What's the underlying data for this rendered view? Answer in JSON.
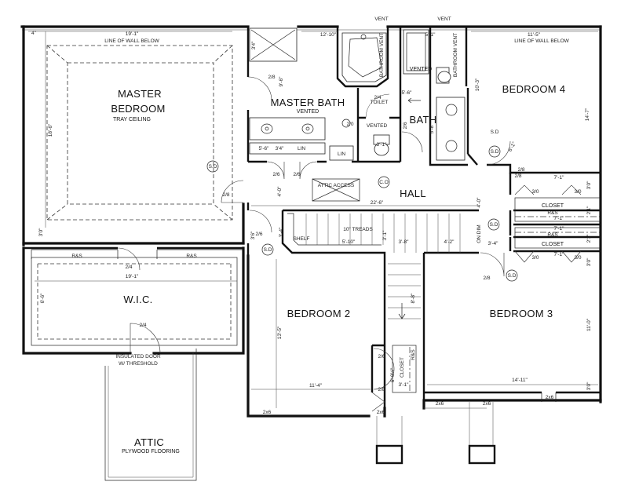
{
  "rooms": {
    "master_bedroom": "MASTER",
    "master_bedroom_2": "BEDROOM",
    "tray_ceiling": "TRAY CEILING",
    "master_bath": "MASTER BATH",
    "master_bath_vented": "VENTED",
    "bath": "BATH",
    "bath_vented": "VENTED",
    "bedroom4": "BEDROOM 4",
    "hall": "HALL",
    "wic": "W.I.C.",
    "bedroom2": "BEDROOM 2",
    "bedroom3": "BEDROOM 3",
    "attic": "ATTIC",
    "plywood": "PLYWOOD FLOORING",
    "insulated_door": "INSULATED DOOR",
    "threshold": "W/ THRESHOLD",
    "toilet": "TOILET",
    "toilet_size": "2/4",
    "toilet_vented": "VENTED",
    "lin": "LIN",
    "lin2": "LIN",
    "attic_access": "ATTIC ACCESS",
    "shelf": "SHELF",
    "treads": "10\" TREADS",
    "closet_upper": "CLOSET",
    "closet_lower": "CLOSET",
    "closet_bed2": "CLOSET",
    "rs_a": "R&S",
    "rs_b": "R&S",
    "rs_c": "R&S",
    "rs_d": "R&S",
    "rs_bed2": "R&S",
    "line_wall_left": "LINE OF WALL BELOW",
    "line_wall_right": "LINE OF WALL BELOW",
    "vent_a": "VENT",
    "vent_b": "VENT",
    "bath_vent_a": "BATHROOM VENT",
    "bath_vent_b": "BATHROOM VENT",
    "on_dim": "ON DIM",
    "co": "C.O",
    "sd1": "S.D",
    "sd2": "S.D",
    "sd3": "S.D",
    "sd4": "S.D",
    "sd5": "S.D",
    "sd6": "S.D"
  },
  "dims": {
    "top_left_4": "4\"",
    "top_19_1": "19'-1\"",
    "top_12_10": "12'-10\"",
    "top_5_1": "5'-1\"",
    "top_11_5": "11'-5\"",
    "left_18_6": "18'-6\"",
    "left_3_0": "3'0\"",
    "left_6_6": "6'-6\"",
    "wic_19_1": "19'-1\"",
    "hall_22_6": "22'-6\"",
    "hall_3_6": "3'6\"",
    "hall_3_4": "3'-4\"",
    "hall_4_0": "4'-0\"",
    "stair_3_1": "3'-1\"",
    "stair_3_8": "3'-8\"",
    "stair_5_10": "5'-10\"",
    "stair_4_2": "4'-2\"",
    "stair_3_4": "3'-4\"",
    "stair_8_8": "8'-8\"",
    "bed2_13_5": "13'-5\"",
    "bed2_11_4": "11'-4\"",
    "bed2_6_0": "6'-0½\"",
    "bed2_3_1": "3'-1\"",
    "bed3_14_11": "14'-11\"",
    "bed3_11_0": "11'-0\"",
    "bed3_3_0": "3'0\"",
    "bed4_14_7": "14'-7\"",
    "bed4_10_3": "10'-3\"",
    "bed4_6_1": "6'-1\"",
    "cl_7_1a": "7'-1\"",
    "cl_7_1b": "7'-1\"",
    "cl_7_1c": "7'-1\"",
    "cl_7_1d": "7'-1\"",
    "cl_2_1a": "2'1\"",
    "cl_2_1b": "2'1\"",
    "cl_3_0a": "3'0\"",
    "cl_3_0b": "3'0\"",
    "mb_9_6": "9'-6\"",
    "mb_5_6": "5'-6\"",
    "mb_5_8": "5'-8\"",
    "mb_3_1": "3'-1\"",
    "mb_3_4": "3'4\"",
    "mb_4_0": "4'-0\"",
    "bath_5_6": "5'-6\"",
    "bath_5_8": "5'-8\"",
    "shower_3_4": "3'4\"",
    "d_2_8a": "2/8",
    "d_2_8b": "2/8",
    "d_2_8c": "2/8",
    "d_2_8d": "2/8",
    "d_2_8e": "2/8",
    "d_2_8f": "2/8",
    "d_2_6a": "2/6",
    "d_2_6b": "2/6",
    "d_2_6c": "2/6",
    "d_2_6d": "2/6",
    "d_2_4a": "2/4",
    "d_2_4b": "2/4",
    "d_2_0": "2/0",
    "d_3_0a": "3/0",
    "d_3_0b": "3/0",
    "d_3_0c": "3/0",
    "d_3_0d": "3/0",
    "d_2x6a": "2x6",
    "d_2x6b": "2x6",
    "d_2x6c": "2x6",
    "d_2x6d": "2x6",
    "d_2x6e": "2x6"
  }
}
